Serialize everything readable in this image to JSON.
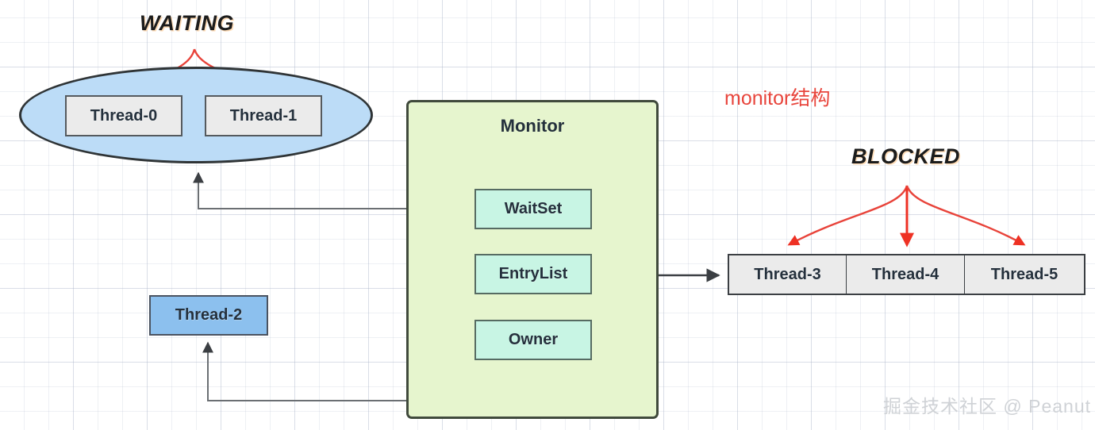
{
  "diagram": {
    "title_waiting": "WAITING",
    "title_blocked": "BLOCKED",
    "annotation_monitor": "monitor结构",
    "watermark": "掘金技术社区 @ Peanut"
  },
  "waiting_group": {
    "label": "WAITING",
    "threads": [
      {
        "label": "Thread-0"
      },
      {
        "label": "Thread-1"
      }
    ]
  },
  "monitor": {
    "title": "Monitor",
    "fields": [
      {
        "label": "WaitSet"
      },
      {
        "label": "EntryList"
      },
      {
        "label": "Owner"
      }
    ]
  },
  "owner_thread": {
    "label": "Thread-2"
  },
  "blocked_group": {
    "label": "BLOCKED",
    "threads": [
      {
        "label": "Thread-3"
      },
      {
        "label": "Thread-4"
      },
      {
        "label": "Thread-5"
      }
    ]
  },
  "colors": {
    "waiting_ellipse_fill": "#bcdcf7",
    "monitor_fill": "#e6f5ce",
    "monitor_field_fill": "#c8f5e4",
    "thread_box_fill": "#ebebeb",
    "owner_thread_fill": "#8cc0ee",
    "arrow_red": "#ee3124",
    "arrow_dark": "#3b3f43",
    "annotation_red": "#e8453c",
    "watermark_grey": "#cfd2d6"
  }
}
